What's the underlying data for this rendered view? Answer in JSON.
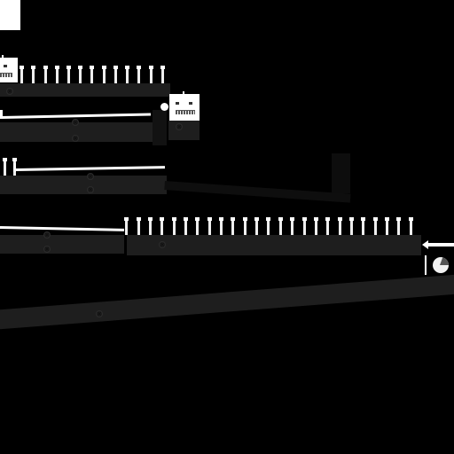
{
  "scene": {
    "background_color": "#000000",
    "platform_color": "#1e1e1e",
    "hazard_color": "#ffffff"
  },
  "objects": {
    "bots": [
      {
        "name": "bot-top-left",
        "icon": "robot-head-icon"
      },
      {
        "name": "bot-center",
        "icon": "robot-head-icon"
      }
    ],
    "ball": {
      "icon": "ball-icon"
    },
    "arrow": {
      "icon": "arrow-left-icon"
    },
    "spike_rows": [
      {
        "name": "spikes-top",
        "count": 13
      },
      {
        "name": "spikes-middle-left",
        "count": 2
      },
      {
        "name": "spikes-long",
        "count": 25
      }
    ]
  }
}
